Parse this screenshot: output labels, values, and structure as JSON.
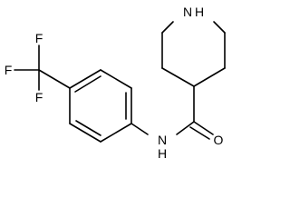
{
  "molecule": {
    "atoms": {
      "nh_ring": "N",
      "h_ring": "H",
      "oxygen": "O",
      "nh_amide": "N",
      "h_amide": "H",
      "f_left": "F",
      "f_top": "F",
      "f_bottom": "F"
    }
  },
  "colors": {
    "bond": "#000000",
    "label": "#000000",
    "background": "#ffffff"
  }
}
